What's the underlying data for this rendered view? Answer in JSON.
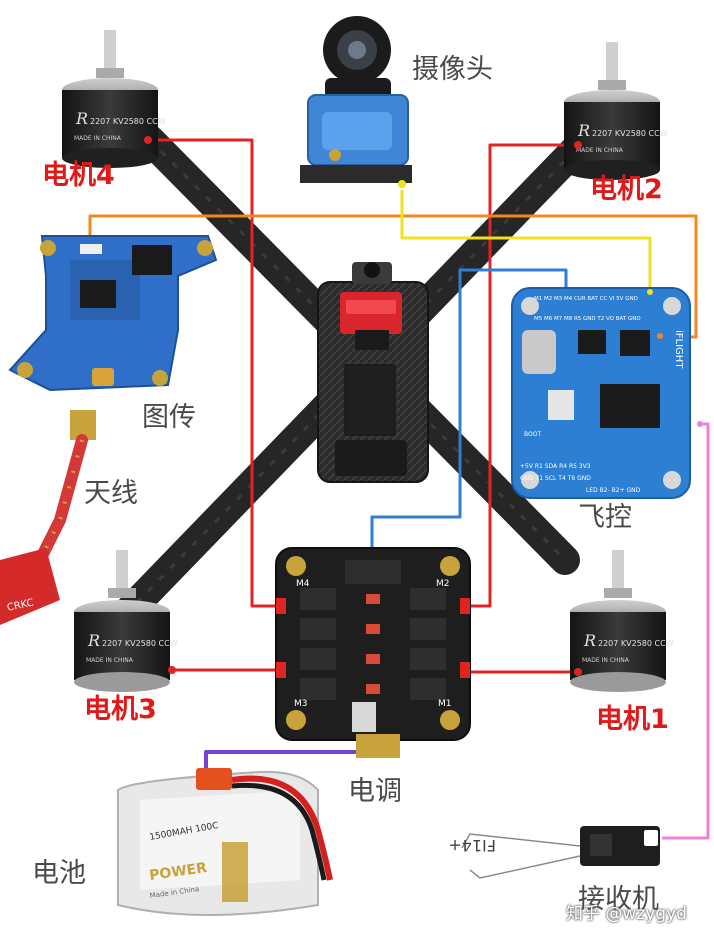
{
  "labels": {
    "motor4": "电机4",
    "motor2": "电机2",
    "motor3": "电机3",
    "motor1": "电机1",
    "camera": "摄像头",
    "vtx": "图传",
    "antenna": "天线",
    "fc": "飞控",
    "esc": "电调",
    "battery": "电池",
    "receiver": "接收机",
    "watermark": "知乎 @wzygyd"
  },
  "motor_text": {
    "model": "2207 KV2580 CCW",
    "made": "MADE IN CHINA",
    "brand": "R"
  },
  "esc_text": {
    "m1": "M1",
    "m2": "M2",
    "m3": "M3",
    "m4": "M4"
  },
  "fc_text": {
    "top_row": "M1 M2 M3 M4 CUR BAT  CC VI 5V GND",
    "row2": "M5 M6 M7 M8 R5 GND  T2 VO BAT GND",
    "bottom_row1": "+5V R1 SDA R4 R5 3V3",
    "bottom_row2": "GND T1 SCL T4 T6 GND",
    "bottom_row3": "LED B2- B2+ GND",
    "boot": "BOOT",
    "brand": "iFLIGHT"
  },
  "receiver_text": "FI14+",
  "battery_text": {
    "capacity": "1500MAH 100C",
    "brand": "POWER",
    "made": "Made in China"
  },
  "colors": {
    "red_wire": "#e02424",
    "orange_wire": "#ef8a1c",
    "yellow_wire": "#f0e21e",
    "blue_wire": "#2f7fd8",
    "purple_wire": "#7a3fd0",
    "pink_wire": "#ef7fd8",
    "label_red": "#e01919",
    "frame": "#262626"
  }
}
